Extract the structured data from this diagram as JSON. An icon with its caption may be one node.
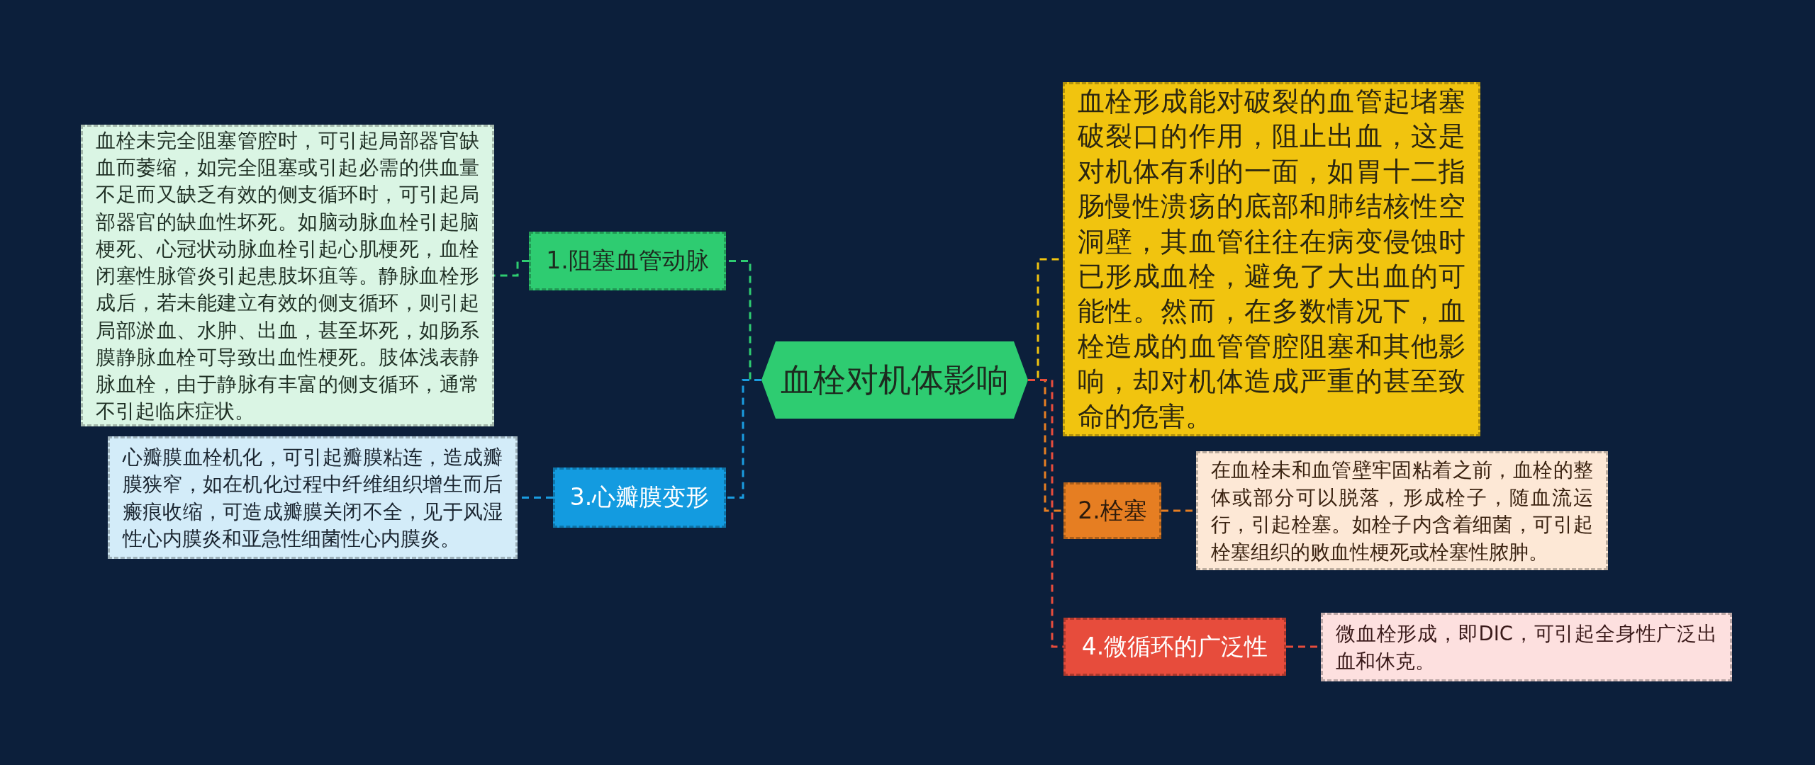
{
  "diagram": {
    "nodes": [
      {
        "text": [
          "血栓对机体影响"
        ]
      },
      {
        "text": [
          "1.阻塞血管动脉"
        ]
      },
      {
        "text": [
          "血栓未完全阻塞管腔时，可引起局部器官缺血而萎缩，如完全阻塞或引起必需的供血量不足而又缺乏有效的侧支循环时，可引起局部器官的缺血性坏死。如脑动脉血栓引起脑梗死、心冠状动脉血栓引起心肌梗死，血栓闭塞性脉管炎引起患肢坏疽等。静脉血栓形成后，若未能建立有效的侧支循环，则引起局部淤血、水肿、出血，甚至坏死，如肠系膜静脉血栓可导致出血性梗死。肢体浅表静脉血栓，由于静脉有丰富的侧支循环，通常不引起临床症状。"
        ]
      },
      {
        "text": [
          "3.心瓣膜变形"
        ]
      },
      {
        "text": [
          "心瓣膜血栓机化，可引起瓣膜粘连，造成瓣膜狭窄，如在机化过程中纤维组织增生而后瘢痕收缩，可造成瓣膜关闭不全，见于风湿性心内膜炎和亚急性细菌性心内膜炎。"
        ]
      },
      {
        "text": [
          "血栓形成能对破裂的血管起堵塞破裂口的作用，阻止出血，这是对机体有利的一面，如胃十二指肠慢性溃疡的底部和肺结核性空洞壁，其血管往往在病变侵蚀时已形成血栓，避免了大出血的可能性。然而，在多数情况下，血栓造成的血管管腔阻塞和其他影响，却对机体造成严重的甚至致命的危害。"
        ]
      },
      {
        "text": [
          "2.栓塞"
        ]
      },
      {
        "text": [
          "在血栓未和血管壁牢固粘着之前，血栓的整体或部分可以脱落，形成栓子，随血流运行，引起栓塞。如栓子内含着细菌，可引起栓塞组织的败血性梗死或栓塞性脓肿。"
        ]
      },
      {
        "text": [
          "4.微循环的广泛性"
        ]
      },
      {
        "text": [
          "微血栓形成，即DIC，可引起全身性广泛出血和休克。"
        ]
      }
    ],
    "edges": [
      {
        "from": 0,
        "to": 1,
        "arrow": "none",
        "color": "#2ecc71"
      },
      {
        "from": 1,
        "to": 2,
        "arrow": "none",
        "color": "#2ecc71"
      },
      {
        "from": 0,
        "to": 3,
        "arrow": "none",
        "color": "#1a9ce0"
      },
      {
        "from": 3,
        "to": 4,
        "arrow": "none",
        "color": "#1a9ce0"
      },
      {
        "from": 0,
        "to": 5,
        "arrow": "none",
        "color": "#f1c40f"
      },
      {
        "from": 0,
        "to": 6,
        "arrow": "none",
        "color": "#e67e22"
      },
      {
        "from": 6,
        "to": 7,
        "arrow": "none",
        "color": "#e67e22"
      },
      {
        "from": 0,
        "to": 8,
        "arrow": "none",
        "color": "#e74c3c"
      },
      {
        "from": 8,
        "to": 9,
        "arrow": "none",
        "color": "#e74c3c"
      }
    ]
  }
}
